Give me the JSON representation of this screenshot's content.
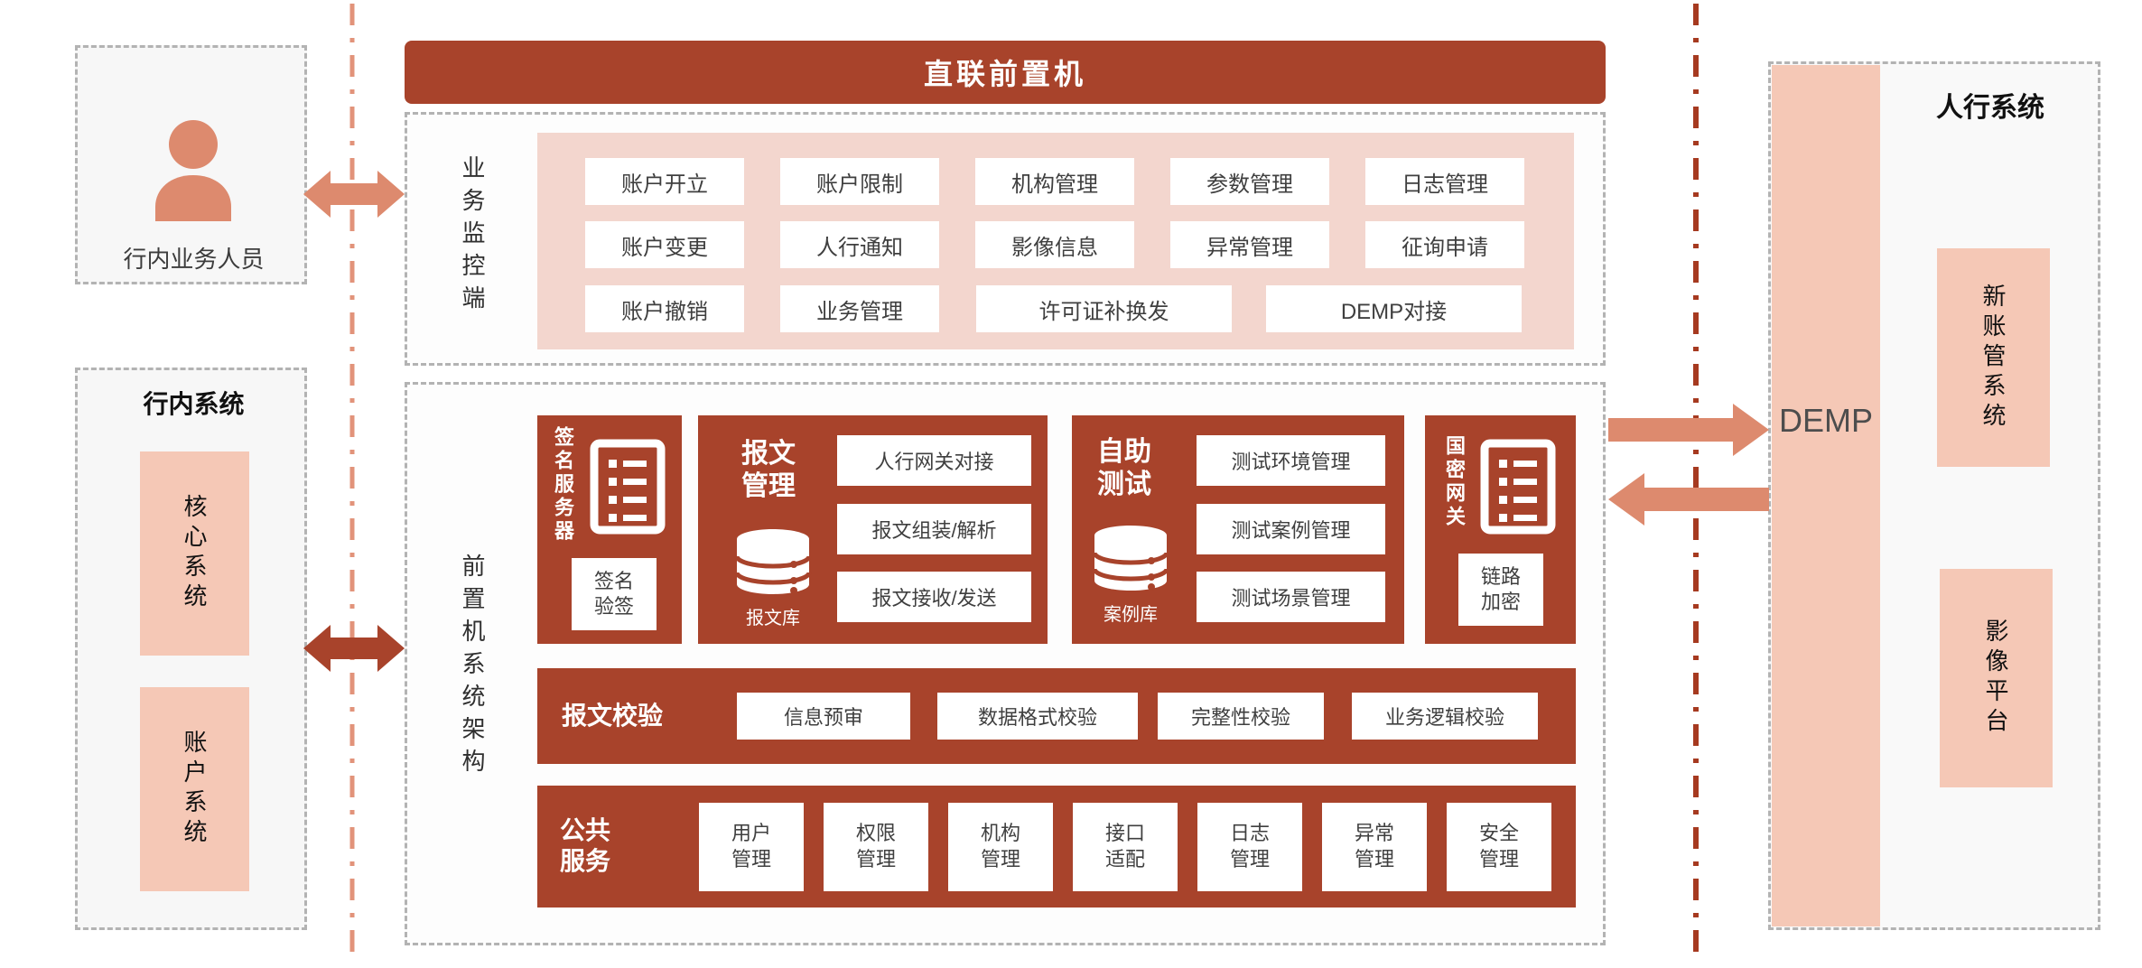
{
  "colors": {
    "brand_dark": "#a8432b",
    "salmon": "#dd8a6e",
    "pink_panel": "#f3d6ce",
    "pink_box": "#f5c8b6",
    "divider_left": "#e2937a",
    "divider_right": "#a63a20"
  },
  "left": {
    "personnel": {
      "label": "行内业务人员"
    },
    "internal": {
      "title": "行内系统",
      "items": [
        "核心系统",
        "账户系统"
      ]
    }
  },
  "header": {
    "title": "直联前置机"
  },
  "monitor": {
    "side_label": "业务监控端",
    "rows": [
      [
        "账户开立",
        "账户限制",
        "机构管理",
        "参数管理",
        "日志管理"
      ],
      [
        "账户变更",
        "人行通知",
        "影像信息",
        "异常管理",
        "征询申请"
      ],
      [
        "账户撤销",
        "业务管理",
        "许可证补换发",
        "DEMP对接"
      ]
    ]
  },
  "architecture": {
    "side_label": "前置机系统架构",
    "signature": {
      "title": "签名服务器",
      "sub": "签名验签"
    },
    "message": {
      "title": "报文管理",
      "db_label": "报文库",
      "items": [
        "人行网关对接",
        "报文组装/解析",
        "报文接收/发送"
      ]
    },
    "selftest": {
      "title": "自助测试",
      "db_label": "案例库",
      "items": [
        "测试环境管理",
        "测试案例管理",
        "测试场景管理"
      ]
    },
    "crypto": {
      "title": "国密网关",
      "sub": "链路加密"
    },
    "validation": {
      "title": "报文校验",
      "items": [
        "信息预审",
        "数据格式校验",
        "完整性校验",
        "业务逻辑校验"
      ]
    },
    "common": {
      "title": "公共服务",
      "items": [
        "用户管理",
        "权限管理",
        "机构管理",
        "接口适配",
        "日志管理",
        "异常管理",
        "安全管理"
      ]
    }
  },
  "right": {
    "demp_label": "DEMP",
    "pbc": {
      "title": "人行系统",
      "items": [
        "新账管系统",
        "影像平台"
      ]
    }
  }
}
